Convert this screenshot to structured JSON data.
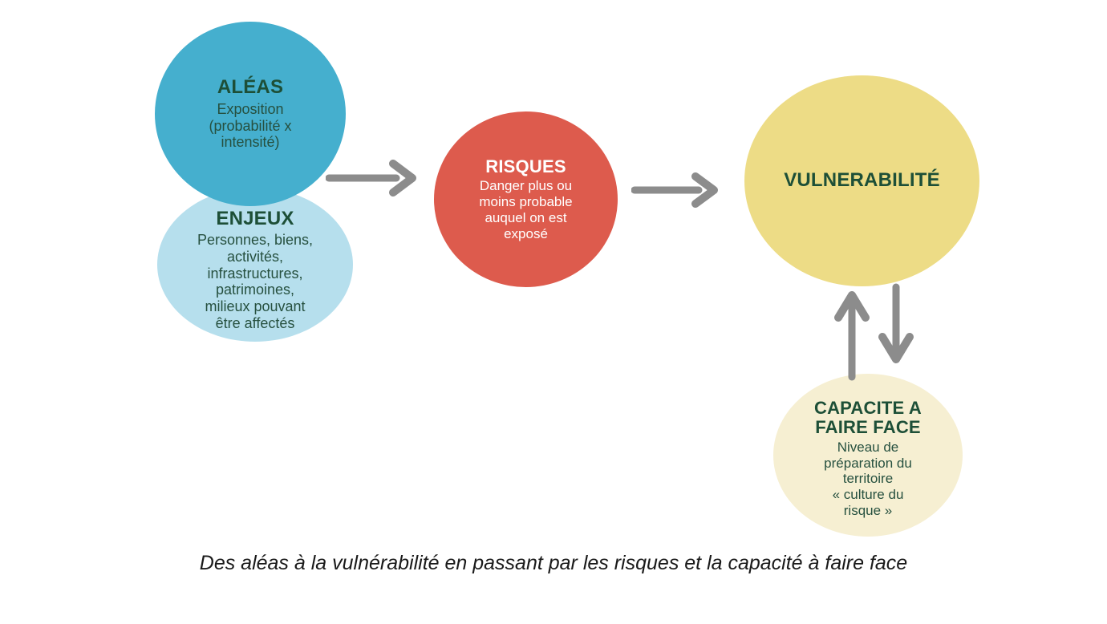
{
  "diagram": {
    "caption": "Des aléas à la vulnérabilité en passant par les risques et la capacité à faire face",
    "nodes": {
      "aleas": {
        "title": "ALÉAS",
        "subtitle": "Exposition\n(probabilité x\nintensité)",
        "color": "#45afce",
        "text_color": "#1d4f37"
      },
      "enjeux": {
        "title": "ENJEUX",
        "subtitle": "Personnes, biens,\nactivités,\ninfrastructures,\npatrimoines,\nmilieux pouvant\nêtre affectés",
        "color": "#b6dfed",
        "text_color": "#1d4f37"
      },
      "risques": {
        "title": "RISQUES",
        "subtitle": "Danger plus ou\nmoins probable\nauquel on est\nexposé",
        "color": "#dd5b4d",
        "text_color": "#ffffff"
      },
      "vulnerabilite": {
        "title": "VULNERABILITÉ",
        "subtitle": "",
        "color": "#eddc86",
        "text_color": "#1d4f37"
      },
      "capacite": {
        "title": "CAPACITE A\nFAIRE FACE",
        "subtitle": "Niveau de\npréparation du\nterritoire\n« culture du\nrisque »",
        "color": "#f6efd2",
        "text_color": "#1d4f37"
      }
    },
    "arrows": [
      {
        "name": "aleas-to-risques",
        "direction": "right",
        "color": "#8c8c8c"
      },
      {
        "name": "risques-to-vulnerabilite",
        "direction": "right",
        "color": "#8c8c8c"
      },
      {
        "name": "capacite-to-vulnerabilite",
        "direction": "up",
        "color": "#8c8c8c"
      },
      {
        "name": "vulnerabilite-to-capacite",
        "direction": "down",
        "color": "#8c8c8c"
      }
    ],
    "background": "#ffffff"
  }
}
